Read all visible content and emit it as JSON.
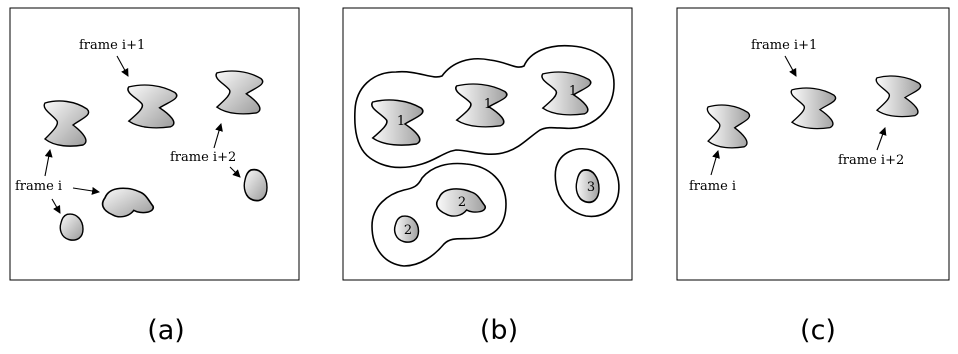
{
  "panels": [
    {
      "caption": "(a)",
      "labels": {
        "frame_i": "frame i",
        "frame_i1": "frame i+1",
        "frame_i2": "frame i+2"
      }
    },
    {
      "caption": "(b)",
      "region_numbers": [
        "1",
        "1",
        "1",
        "2",
        "2",
        "3"
      ]
    },
    {
      "caption": "(c)",
      "labels": {
        "frame_i": "frame i",
        "frame_i1": "frame i+1",
        "frame_i2": "frame i+2"
      }
    }
  ],
  "colors": {
    "blob_light": "#fafafa",
    "blob_dark": "#9a9a9a",
    "stroke": "#000000"
  }
}
